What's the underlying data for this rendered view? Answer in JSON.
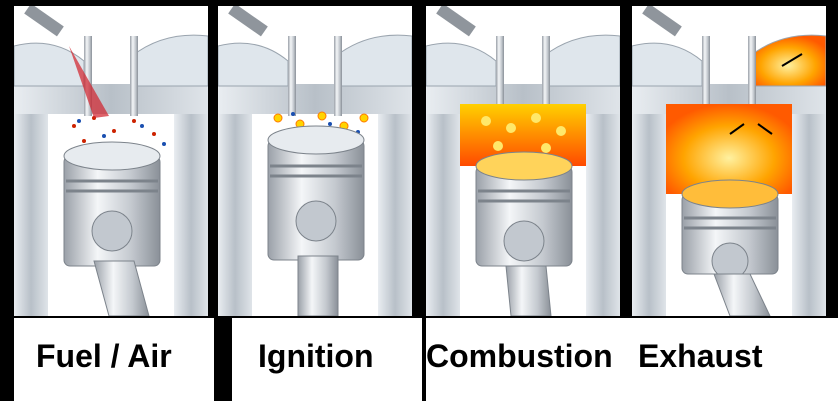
{
  "stages": [
    {
      "label": "Fuel / Air",
      "icon": "fuel-air-intake-icon",
      "mixture_color": "#cc2200"
    },
    {
      "label": "Ignition",
      "icon": "spark-ignition-icon",
      "mixture_color": "#ff8800"
    },
    {
      "label": "Combustion",
      "icon": "combustion-flame-icon",
      "mixture_color": "#ff6a00"
    },
    {
      "label": "Exhaust",
      "icon": "exhaust-flow-icon",
      "mixture_color": "#ffb000"
    }
  ],
  "colors": {
    "background": "#000000",
    "piston_light": "#f2f4f6",
    "piston_dark": "#8c9096",
    "cylinder": "#cdd3da",
    "spark": "#ffd400",
    "flame": "#ff5a00"
  }
}
